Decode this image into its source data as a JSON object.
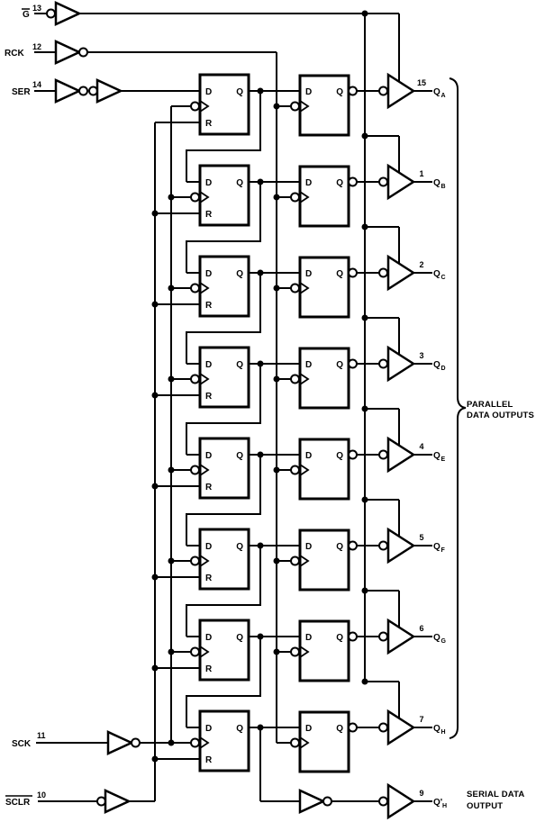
{
  "inputs": [
    {
      "label": "G",
      "pin": "13",
      "overbar": true
    },
    {
      "label": "RCK",
      "pin": "12",
      "overbar": false
    },
    {
      "label": "SER",
      "pin": "14",
      "overbar": false
    },
    {
      "label": "SCK",
      "pin": "11",
      "overbar": false
    },
    {
      "label": "SCLR",
      "pin": "10",
      "overbar": true
    }
  ],
  "ff_labels": {
    "d": "D",
    "q": "Q",
    "r": "R"
  },
  "outputs": [
    {
      "pin": "15",
      "base": "Q",
      "sub": "A"
    },
    {
      "pin": "1",
      "base": "Q",
      "sub": "B"
    },
    {
      "pin": "2",
      "base": "Q",
      "sub": "C"
    },
    {
      "pin": "3",
      "base": "Q",
      "sub": "D"
    },
    {
      "pin": "4",
      "base": "Q",
      "sub": "E"
    },
    {
      "pin": "5",
      "base": "Q",
      "sub": "F"
    },
    {
      "pin": "6",
      "base": "Q",
      "sub": "G"
    },
    {
      "pin": "7",
      "base": "Q",
      "sub": "H"
    }
  ],
  "serial_output": {
    "pin": "9",
    "base": "Q'",
    "sub": "H"
  },
  "annotations": {
    "parallel_1": "PARALLEL",
    "parallel_2": "DATA OUTPUTS",
    "serial_1": "SERIAL DATA",
    "serial_2": "OUTPUT"
  }
}
